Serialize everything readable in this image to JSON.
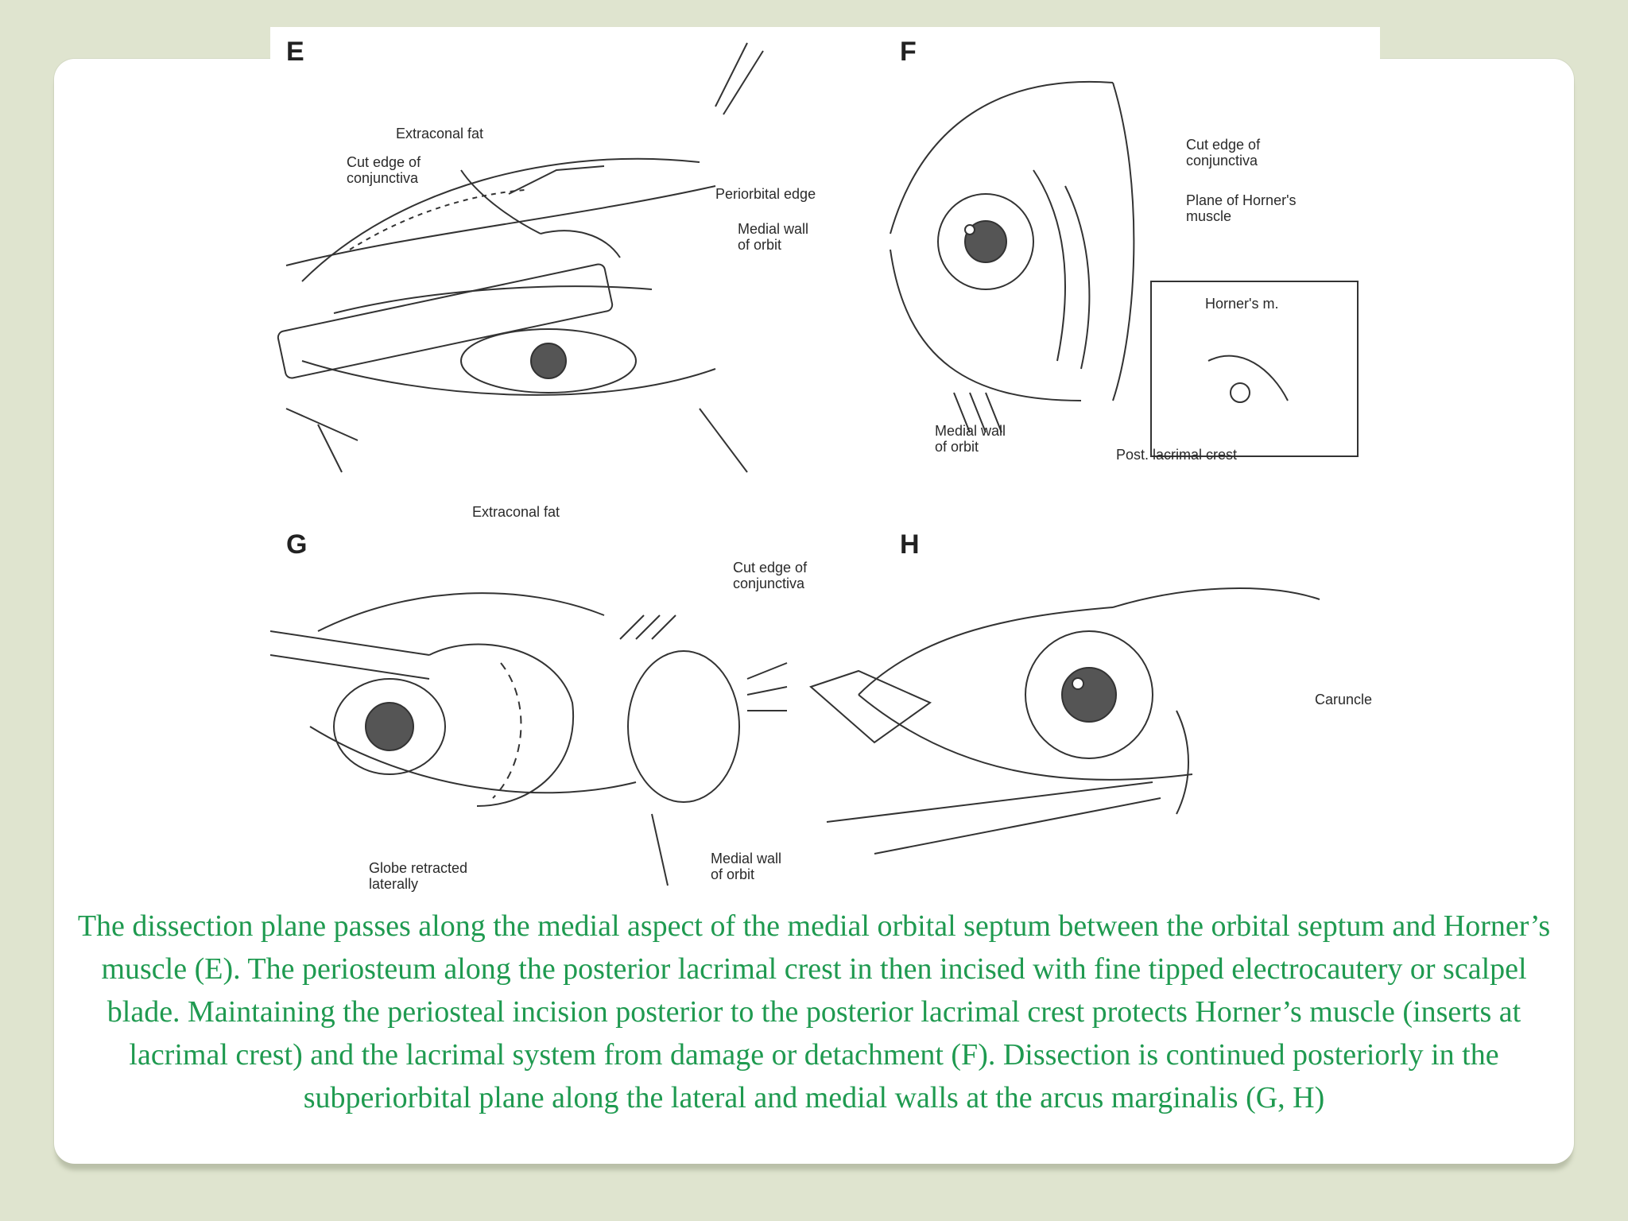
{
  "figure": {
    "panels": [
      {
        "letter": "E",
        "labels": [
          "Extraconal fat",
          "Cut edge of\nconjunctiva",
          "Periorbital edge",
          "Medial wall\nof orbit"
        ]
      },
      {
        "letter": "F",
        "labels": [
          "Cut edge of\nconjunctiva",
          "Plane of Horner's\nmuscle",
          "Horner's m.",
          "Medial wall\nof orbit",
          "Post. lacrimal crest"
        ]
      },
      {
        "letter": "G",
        "labels": [
          "Extraconal fat",
          "Cut edge of\nconjunctiva",
          "Globe retracted\nlaterally",
          "Medial wall\nof orbit"
        ]
      },
      {
        "letter": "H",
        "labels": [
          "Caruncle"
        ]
      }
    ]
  },
  "caption": "The dissection plane passes along the medial aspect of the medial orbital septum between the orbital septum and Horner’s muscle (E). The periosteum along the posterior lacrimal crest in then incised with fine tipped electrocautery or scalpel blade. Maintaining the periosteal incision posterior to the posterior lacrimal crest protects Horner’s muscle (inserts at lacrimal crest) and the lacrimal system from damage or detachment (F). Dissection is continued posteriorly in the subperiorbital plane along the lateral and medial walls at the arcus marginalis (G, H)"
}
